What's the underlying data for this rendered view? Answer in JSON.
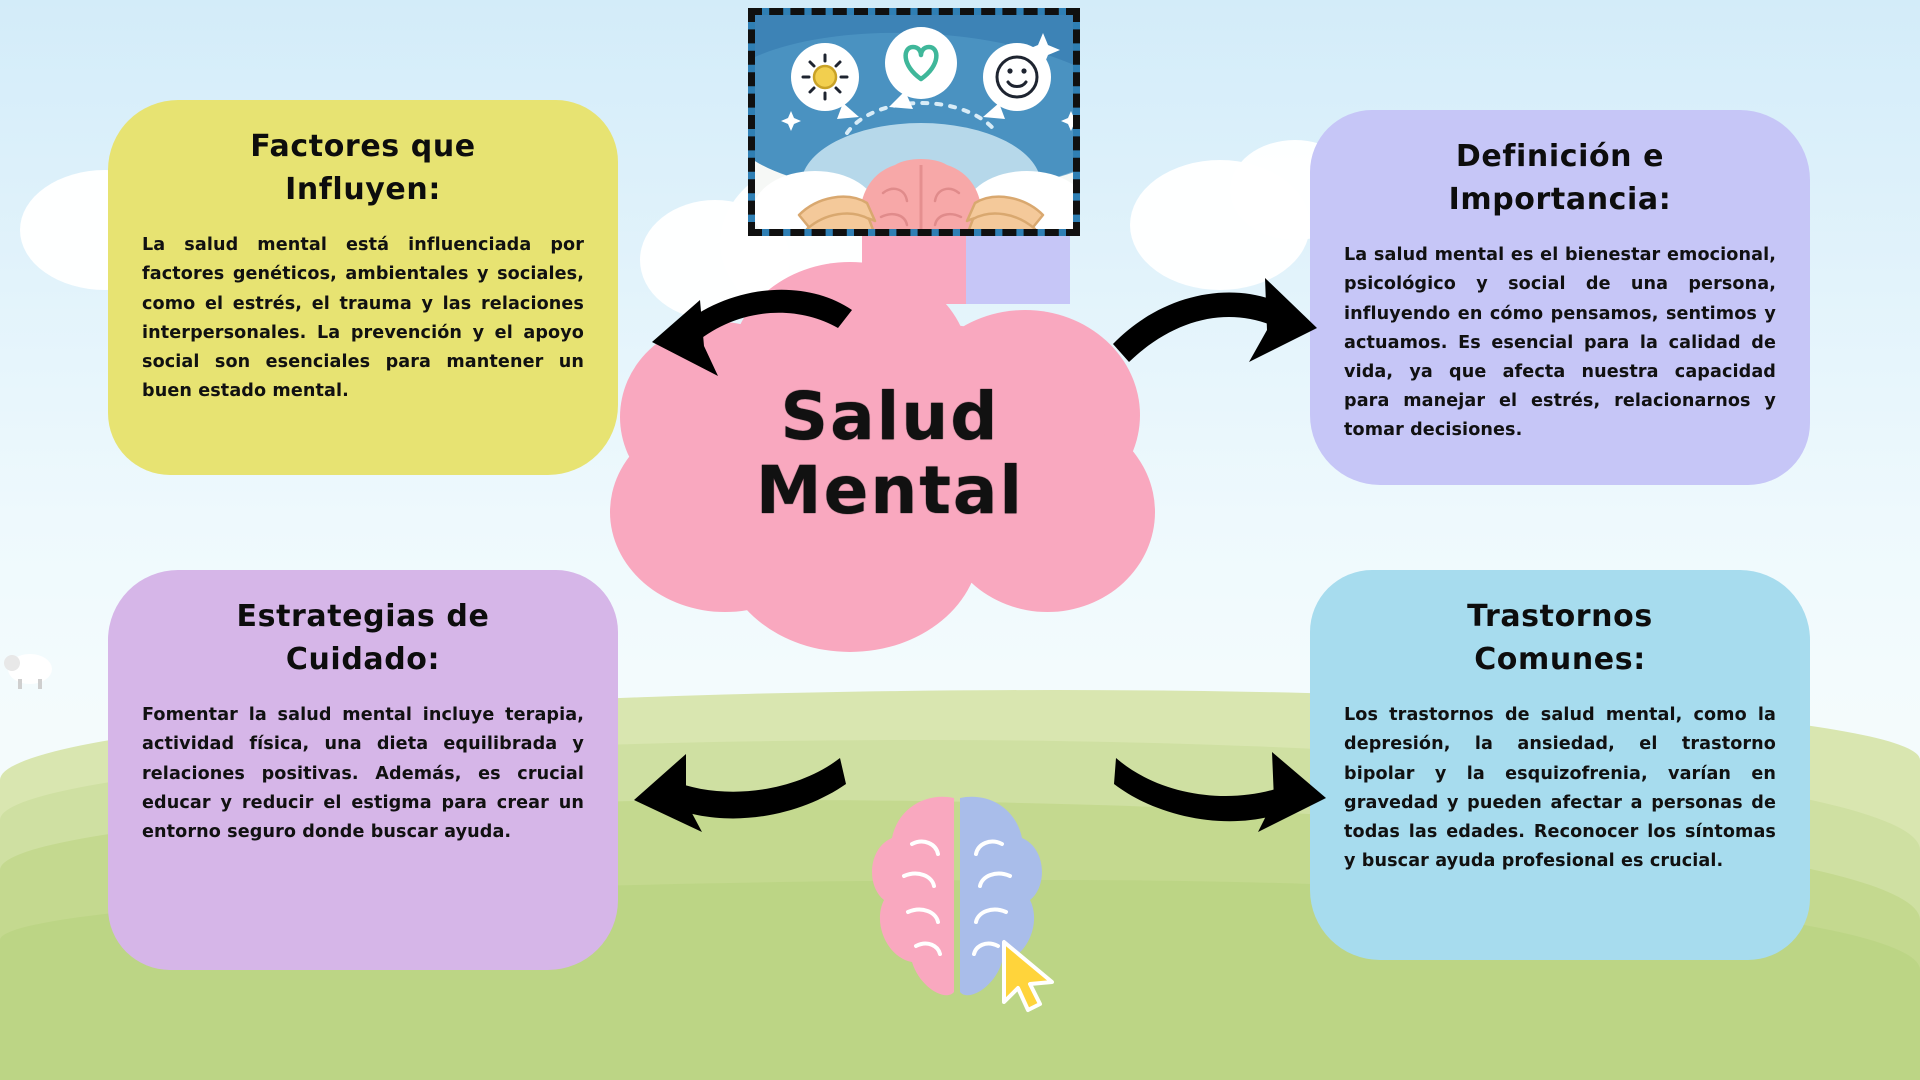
{
  "meta": {
    "doc_kind": "mind-map-infographic",
    "language": "es"
  },
  "center": {
    "title_line1": "Salud",
    "title_line2": "Mental",
    "shape": "cloud",
    "color": "#f9a8bf"
  },
  "cards": [
    {
      "id": "factores",
      "title_line1": "Factores que",
      "title_line2": "Influyen:",
      "body": "La salud mental está influenciada por factores genéticos, ambientales y sociales, como el estrés, el trauma y las relaciones interpersonales. La prevención y el apoyo social son esenciales para mantener un buen estado mental.",
      "color": "#e7e372",
      "position": "top-left"
    },
    {
      "id": "definicion",
      "title_line1": "Definición e",
      "title_line2": "Importancia:",
      "body": "La salud mental es el bienestar emocional, psicológico y social de una persona, influyendo en cómo pensamos, sentimos y actuamos. Es esencial para la calidad de vida, ya que afecta nuestra capacidad para manejar el estrés, relacionarnos y tomar decisiones.",
      "color": "#c6c6f7",
      "position": "top-right"
    },
    {
      "id": "estrategias",
      "title_line1": "Estrategias de",
      "title_line2": "Cuidado:",
      "body": "Fomentar la salud mental incluye terapia, actividad física, una dieta equilibrada y relaciones positivas. Además, es crucial educar y reducir el estigma para crear un entorno seguro donde buscar ayuda.",
      "color": "#d6b6e8",
      "position": "bottom-left"
    },
    {
      "id": "trastornos",
      "title_line1": "Trastornos",
      "title_line2": "Comunes:",
      "body": "Los trastornos de salud mental, como la depresión, la ansiedad, el trastorno bipolar y la esquizofrenia, varían en gravedad y pueden afectar a personas de todas las edades. Reconocer los síntomas y buscar ayuda profesional es crucial.",
      "color": "#a7dcee",
      "position": "bottom-right"
    }
  ],
  "illustrations": {
    "top_image": {
      "name": "hands-holding-brain-illustration",
      "selected": true,
      "bubbles": [
        "sun-icon",
        "heart-icon",
        "smiley-face-icon"
      ]
    },
    "bottom_image": {
      "name": "split-brain-illustration"
    },
    "cursor": {
      "name": "mouse-cursor",
      "color": "#ffd43b"
    }
  },
  "background": {
    "sky_color": "#d3ecf9",
    "hill_color": "#c4d98f",
    "cloud_color": "#ffffff"
  },
  "arrows": [
    {
      "id": "arrow-to-factores",
      "direction": "left"
    },
    {
      "id": "arrow-to-definicion",
      "direction": "right"
    },
    {
      "id": "arrow-to-estrategias",
      "direction": "left"
    },
    {
      "id": "arrow-to-trastornos",
      "direction": "right"
    }
  ]
}
